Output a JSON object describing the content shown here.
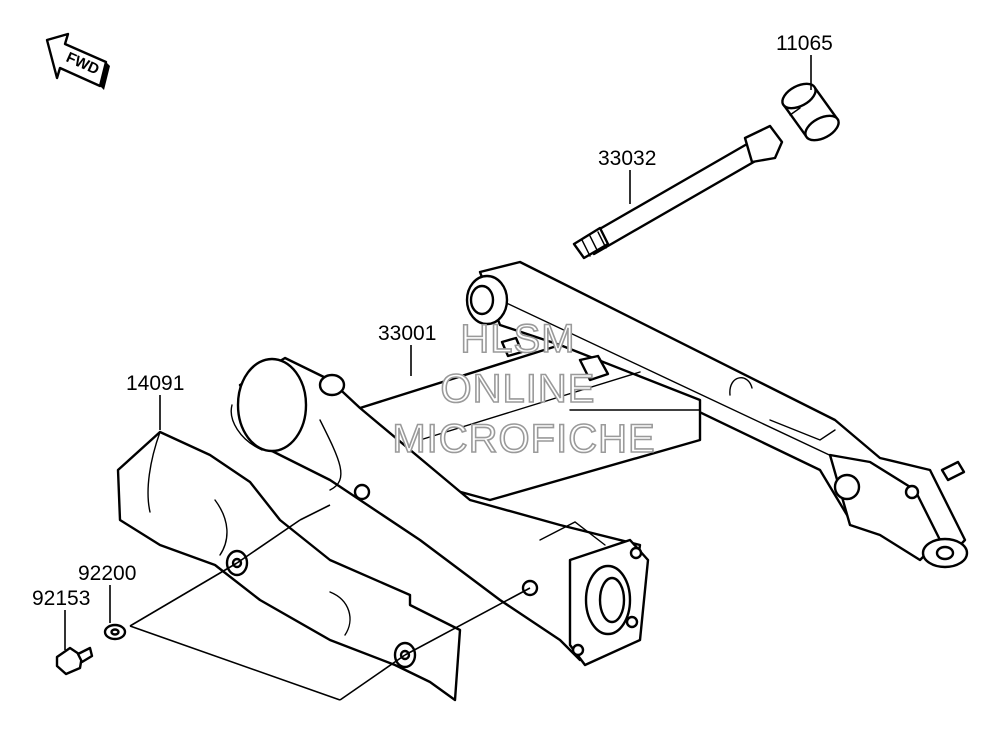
{
  "diagram": {
    "fwd_badge": "FWD",
    "watermark": {
      "line1": "HLSM",
      "line2": "ONLINE",
      "line3": "MICROFICHE"
    },
    "part_labels": {
      "p11065": "11065",
      "p33032": "33032",
      "p33001": "33001",
      "p14091": "14091",
      "p92200": "92200",
      "p92153": "92153"
    }
  }
}
